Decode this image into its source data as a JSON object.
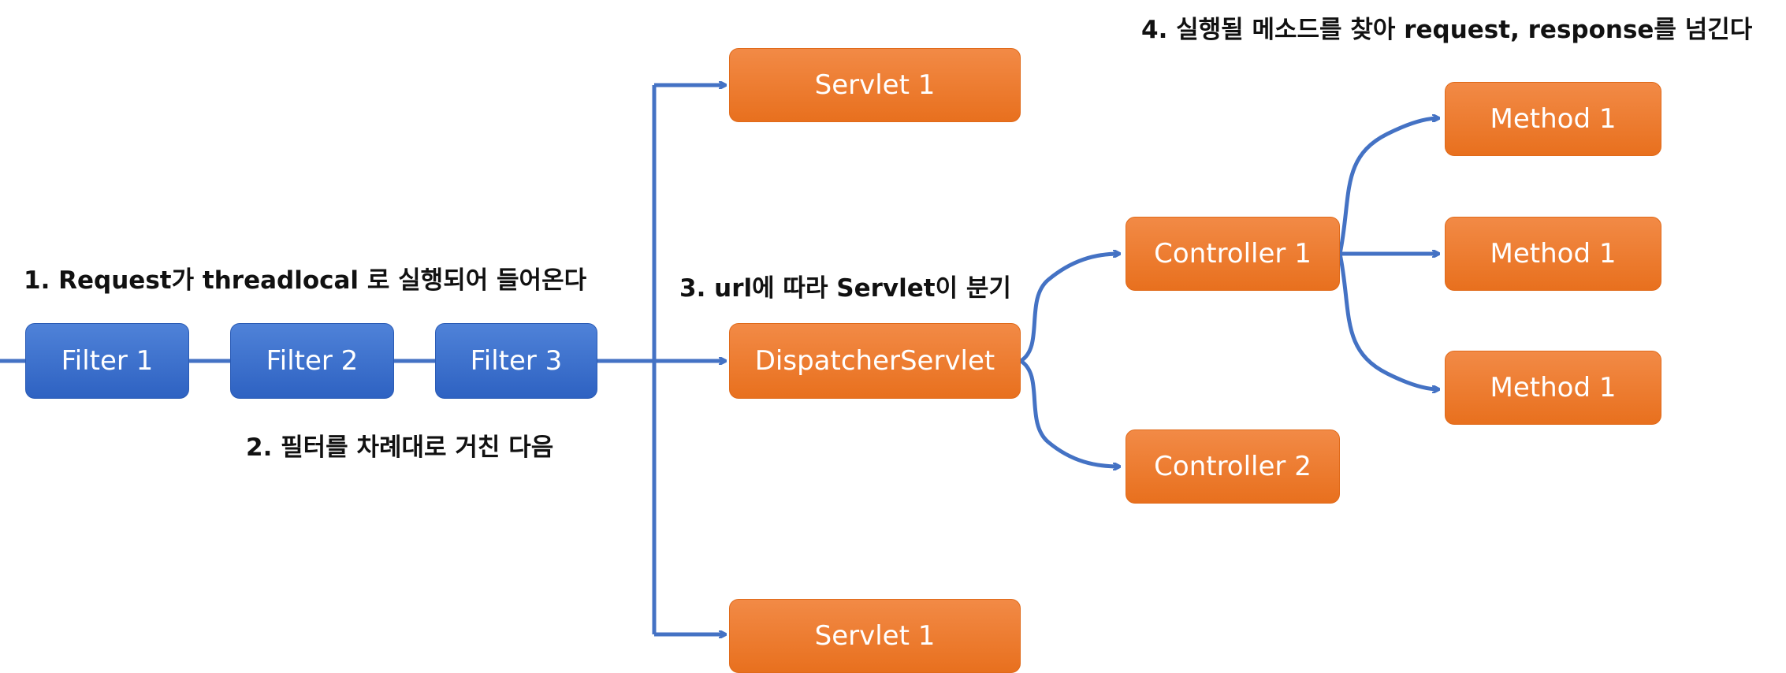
{
  "colors": {
    "filter_fill": "#3a6fcf",
    "node_fill": "#ee7b2c",
    "edge": "#4472c4",
    "text": "#ffffff",
    "label_text": "#111111"
  },
  "filters": [
    {
      "label": "Filter 1"
    },
    {
      "label": "Filter 2"
    },
    {
      "label": "Filter 3"
    }
  ],
  "nodes": {
    "servlet_top": "Servlet 1",
    "dispatcher": "DispatcherServlet",
    "servlet_bottom": "Servlet 1",
    "controller_1": "Controller 1",
    "controller_2": "Controller 2",
    "methods": [
      "Method 1",
      "Method 1",
      "Method 1"
    ]
  },
  "steps": {
    "step1": "1. Request가 threadlocal 로 실행되어 들어온다",
    "step2": "2. 필터를 차례대로 거친 다음",
    "step3": "3. url에 따라 Servlet이 분기",
    "step4": "4. 실행될 메소드를 찾아 request, response를 넘긴다"
  }
}
